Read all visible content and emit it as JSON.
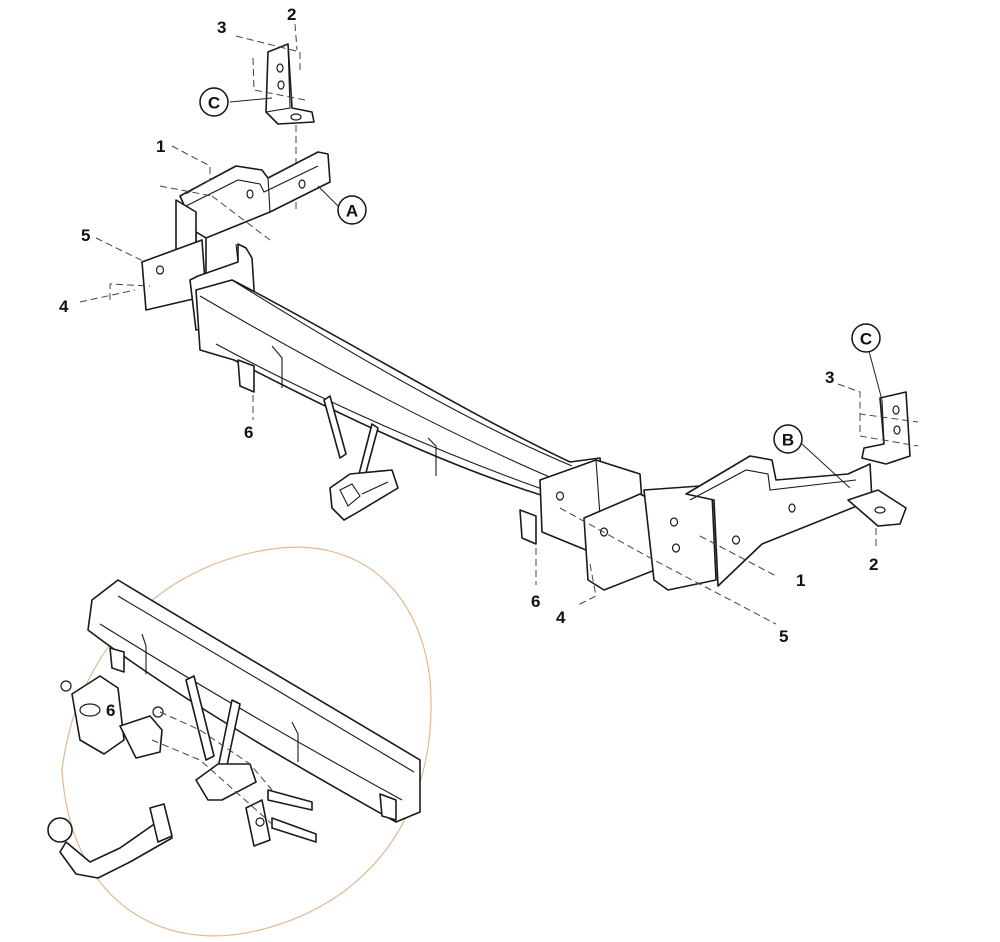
{
  "diagram": {
    "part_numbers": [
      "1",
      "2",
      "3",
      "4",
      "5",
      "6"
    ],
    "part_letters": [
      "A",
      "B",
      "C"
    ],
    "colors": {
      "line": "#1a1a1a",
      "detail_circle": "#e3b98f",
      "background": "#ffffff"
    }
  }
}
